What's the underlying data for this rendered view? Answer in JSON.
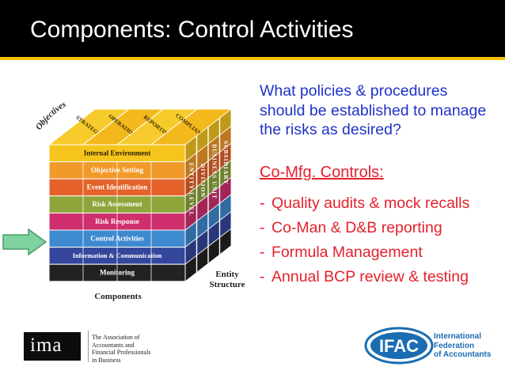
{
  "slide": {
    "title": "Components: Control Activities",
    "question": "What policies & procedures should be established to manage the risks as desired?",
    "section_heading": "Co-Mfg. Controls:",
    "bullets": [
      "Quality audits & mock recalls",
      "Co-Man & D&B reporting",
      "Formula Management",
      "Annual BCP review & testing"
    ],
    "bullet_marker": "-"
  },
  "cube": {
    "objectives_label": "Objectives",
    "objectives": [
      "STRATEGIC",
      "OPERATIONS",
      "REPORTING",
      "COMPLIANCE"
    ],
    "components": [
      {
        "label": "Internal Environment",
        "color": "#f6c51d"
      },
      {
        "label": "Objective Setting",
        "color": "#f19a2a"
      },
      {
        "label": "Event Identification",
        "color": "#e5632a"
      },
      {
        "label": "Risk Assessment",
        "color": "#8ea53a"
      },
      {
        "label": "Risk Response",
        "color": "#cf2f6d"
      },
      {
        "label": "Control Activities",
        "color": "#3e8ad0"
      },
      {
        "label": "Information & Communication",
        "color": "#35479c"
      },
      {
        "label": "Monitoring",
        "color": "#222222"
      }
    ],
    "entity_levels": [
      "SUBSIDIARY",
      "BUSINESS UNIT",
      "DIVISION",
      "ENTITY-LEVEL"
    ],
    "entity_structure_label": "Entity Structure",
    "components_label": "Components",
    "highlighted_component": "Control Activities"
  },
  "footer": {
    "ima_logo_text": "ima",
    "ima_tagline": "The Association of\nAccountants and\nFinancial Professionals\nin Business",
    "ifac_logo_text": "IFAC",
    "ifac_tagline": "International\nFederation\nof Accountants"
  },
  "colors": {
    "title_bar": "#000000",
    "title_text": "#ffffff",
    "accent_rule": "#f2c200",
    "question_text": "#1f33c6",
    "controls_text": "#e3212d",
    "arrow_fill": "#7fd3a0",
    "ifac_blue": "#1a6cb3"
  }
}
